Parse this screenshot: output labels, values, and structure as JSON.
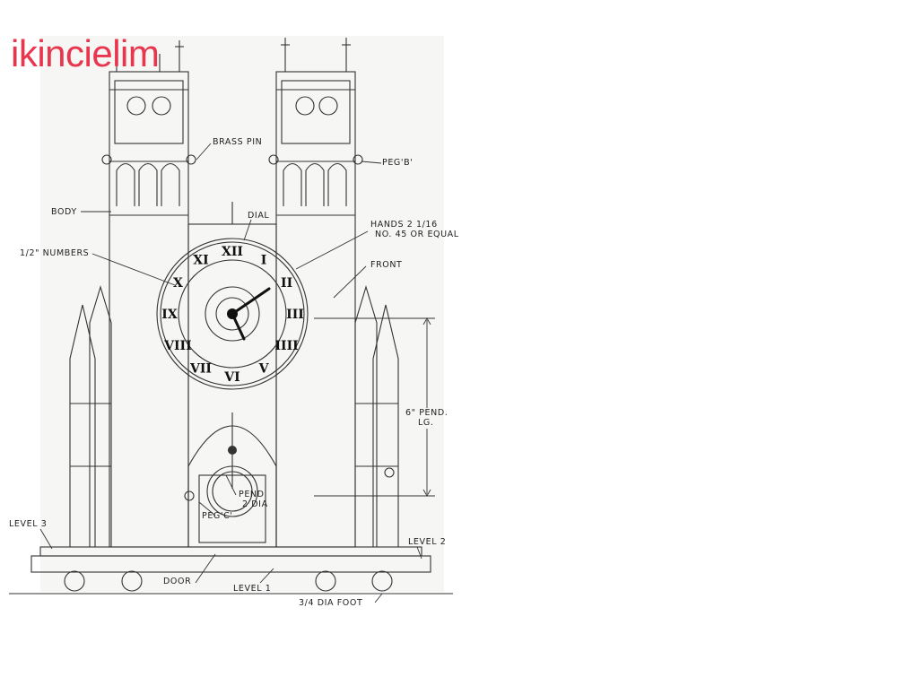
{
  "watermark": "ikincielim",
  "labels": {
    "brass_pin": "BRASS PIN",
    "peg_b": "PEG'B'",
    "body": "BODY",
    "dial": "DIAL",
    "hands_line1": "HANDS 2 1/16",
    "hands_line2": "NO. 45 OR EQUAL",
    "numbers": "1/2\" NUMBERS",
    "front": "FRONT",
    "pend_length_line1": "6\" PEND.",
    "pend_length_line2": "LG.",
    "pend_line1": "PEND.",
    "pend_line2": "2 DIA",
    "peg_c": "PEG'C'",
    "level3": "LEVEL 3",
    "level2": "LEVEL 2",
    "level1": "LEVEL 1",
    "door": "DOOR",
    "foot": "3/4 DIA FOOT"
  },
  "dial_numerals": [
    "XII",
    "I",
    "II",
    "III",
    "IIII",
    "V",
    "VI",
    "VII",
    "VIII",
    "IX",
    "X",
    "XI"
  ],
  "colors": {
    "ink": "#333333",
    "watermark": "#e8364e",
    "paper": "#f6f6f4"
  }
}
